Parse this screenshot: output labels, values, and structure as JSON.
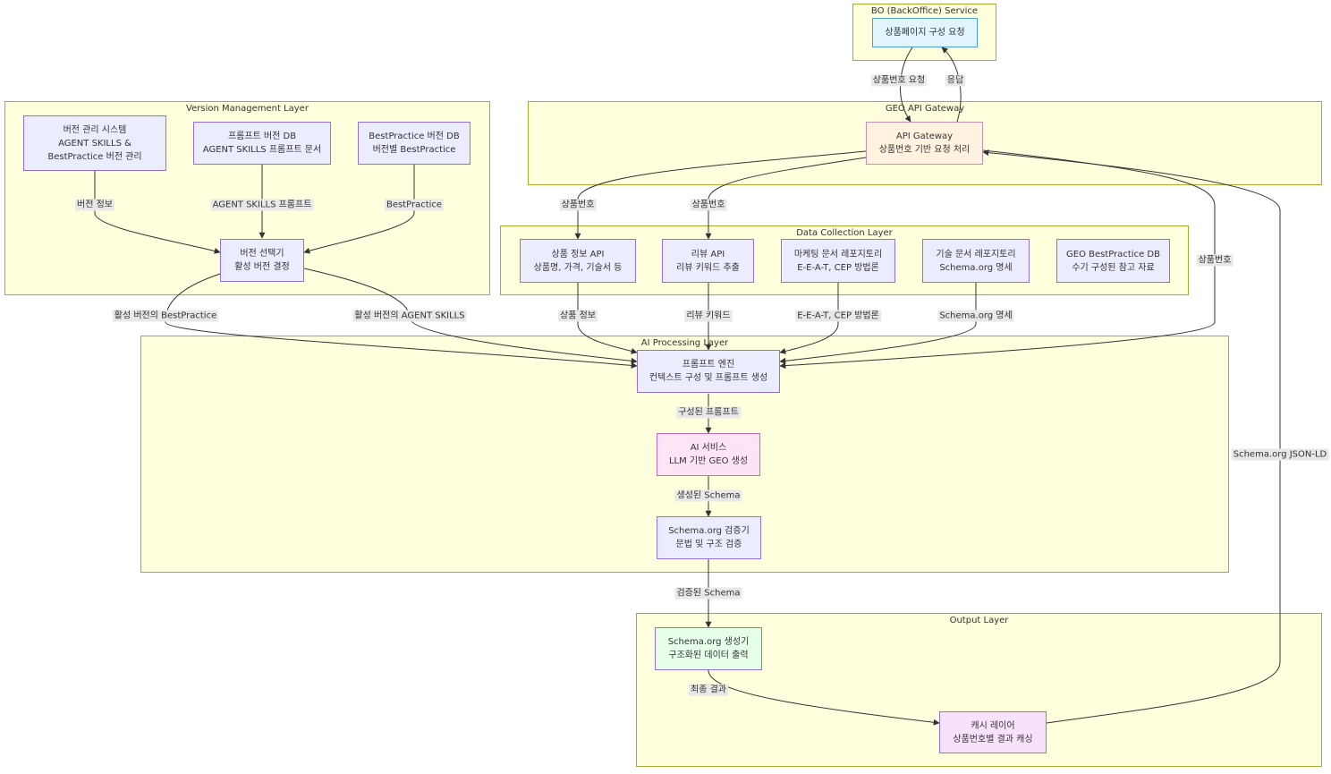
{
  "clusters": {
    "bo": "BO (BackOffice) Service",
    "version": "Version Management Layer",
    "gateway": "GEO API Gateway",
    "data": "Data Collection Layer",
    "ai": "AI Processing Layer",
    "output": "Output Layer"
  },
  "nodes": {
    "bo_request": [
      "상품페이지 구성 요청"
    ],
    "version_system": [
      "버전 관리 시스템",
      "AGENT SKILLS &",
      "BestPractice 버전 관리"
    ],
    "prompt_db": [
      "프롬프트 버전 DB",
      "AGENT SKILLS 프롬프트 문서"
    ],
    "bp_db": [
      "BestPractice 버전 DB",
      "버전별 BestPractice"
    ],
    "version_selector": [
      "버전 선택기",
      "활성 버전 결정"
    ],
    "api_gateway": [
      "API Gateway",
      "상품번호 기반 요청 처리"
    ],
    "product_api": [
      "상품 정보 API",
      "상품명, 가격, 기술서 등"
    ],
    "review_api": [
      "리뷰 API",
      "리뷰 키워드 추출"
    ],
    "marketing_repo": [
      "마케팅 문서 레포지토리",
      "E-E-A-T, CEP 방법론"
    ],
    "tech_repo": [
      "기술 문서 레포지토리",
      "Schema.org 명세"
    ],
    "geo_bp_db": [
      "GEO BestPractice DB",
      "수기 구성된 참고 자료"
    ],
    "prompt_engine": [
      "프롬프트 엔진",
      "컨텍스트 구성 및 프롬프트 생성"
    ],
    "ai_service": [
      "AI 서비스",
      "LLM 기반 GEO 생성"
    ],
    "validator": [
      "Schema.org 검증기",
      "문법 및 구조 검증"
    ],
    "generator": [
      "Schema.org 생성기",
      "구조화된 데이터 출력"
    ],
    "cache": [
      "캐시 레이어",
      "상품번호별 결과 캐싱"
    ]
  },
  "edges": {
    "product_no_request": "상품번호 요청",
    "response": "응답",
    "version_info": "버전 정보",
    "agent_skills_prompt": "AGENT SKILLS 프롬프트",
    "bestpractice": "BestPractice",
    "product_no_1": "상품번호",
    "product_no_2": "상품번호",
    "product_no_3": "상품번호",
    "active_bp": "활성 버전의 BestPractice",
    "active_agent": "활성 버전의 AGENT SKILLS",
    "product_info": "상품 정보",
    "review_keyword": "리뷰 키워드",
    "eeat_cep": "E-E-A-T, CEP 방법론",
    "schema_spec": "Schema.org 명세",
    "built_prompt": "구성된 프롬프트",
    "generated_schema": "생성된 Schema",
    "validated_schema": "검증된 Schema",
    "final_result": "최종 결과",
    "jsonld": "Schema.org JSON-LD"
  }
}
